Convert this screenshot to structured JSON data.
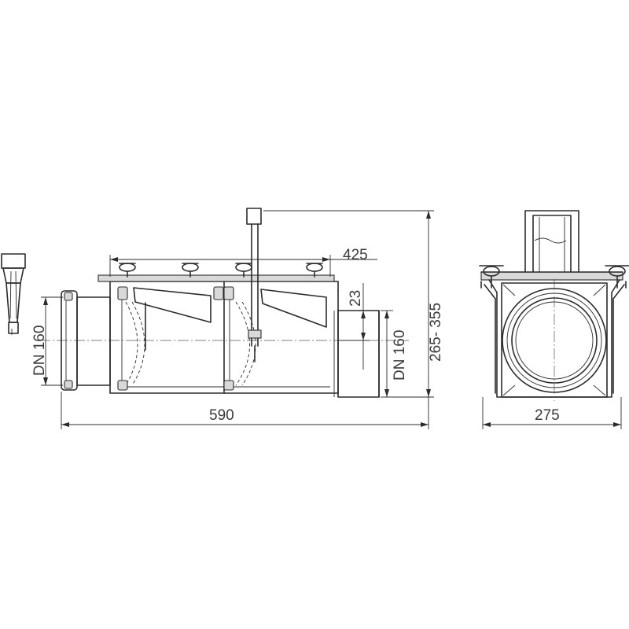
{
  "dimensions": {
    "overall_length": "590",
    "inner_length": "425",
    "inlet_diameter": "DN 160",
    "outlet_diameter": "DN 160",
    "offset": "23",
    "height_range": "265- 355",
    "width": "275"
  },
  "colors": {
    "line": "#2b2b2b",
    "background": "#ffffff"
  }
}
